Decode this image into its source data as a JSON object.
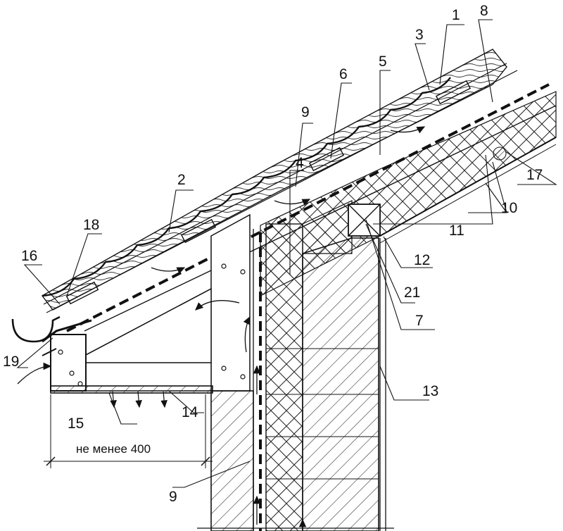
{
  "callouts": {
    "c1": "1",
    "c2": "2",
    "c3": "3",
    "c4": "4",
    "c5": "5",
    "c6": "6",
    "c7": "7",
    "c8": "8",
    "c9a": "9",
    "c9b": "9",
    "c10": "10",
    "c11": "11",
    "c12": "12",
    "c13": "13",
    "c14": "14",
    "c15": "15",
    "c16": "16",
    "c17": "17",
    "c18": "18",
    "c19": "19",
    "c21": "21"
  },
  "dimension": {
    "label": "не менее  400"
  }
}
